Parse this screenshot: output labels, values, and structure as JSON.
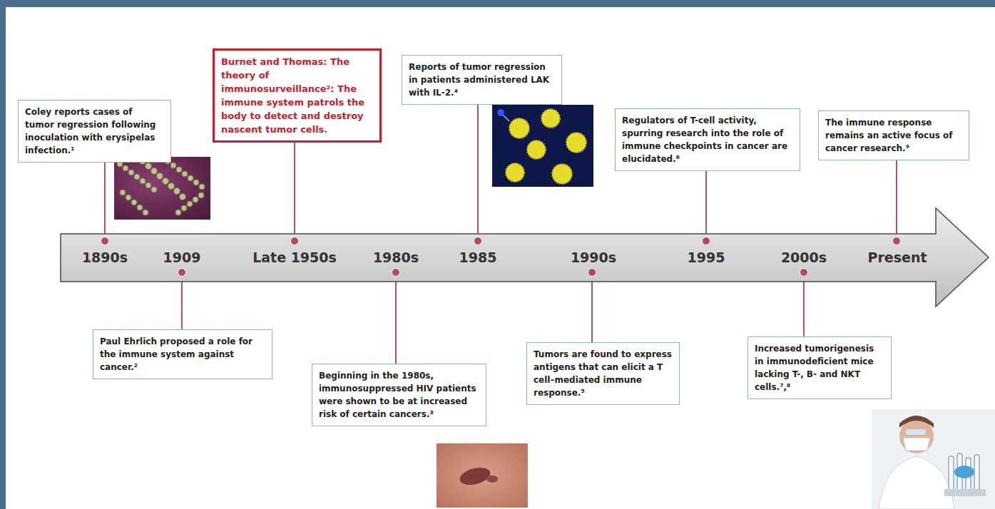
{
  "diagram": {
    "nodes": [
      {
        "text": [
          "Coley reports cases of tumor regression following inoculation with erysipelas infection.¹"
        ]
      },
      {
        "text": [
          "Paul Ehrlich proposed a role for the immune system against cancer.²"
        ]
      },
      {
        "text": [
          "Burnet and Thomas: The theory of immunosurveillance²: The immune system patrols the body to detect and destroy nascent tumor cells."
        ]
      },
      {
        "text": [
          "Beginning in the 1980s, immunosuppressed HIV patients were shown to be at increased risk of certain cancers.³"
        ]
      },
      {
        "text": [
          "Reports of tumor regression in patients administered LAK with IL-2.⁴"
        ]
      },
      {
        "text": [
          "Tumors are found to express antigens that can elicit a T cell–mediated immune response.⁵"
        ]
      },
      {
        "text": [
          "Regulators of T-cell activity, spurring research into the role of immune checkpoints in cancer are elucidated.⁶"
        ]
      },
      {
        "text": [
          "Increased tumorigenesis in immunodeficient mice lacking T-, B- and NKT cells.⁷,⁸"
        ]
      },
      {
        "text": [
          "The immune response remains an active focus of cancer research.⁹"
        ]
      }
    ],
    "labels": [
      "1890s",
      "1909",
      "Late 1950s",
      "1980s",
      "1985",
      "1990s",
      "1995",
      "2000s",
      "Present"
    ]
  }
}
